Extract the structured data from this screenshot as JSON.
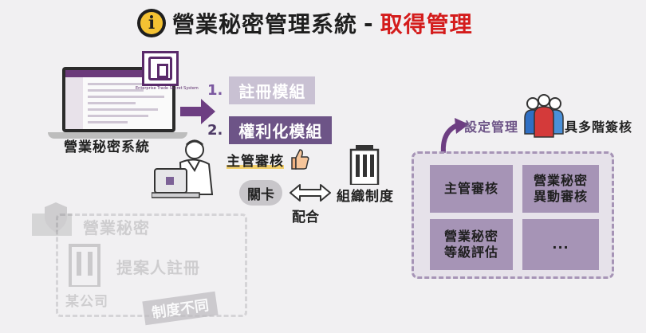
{
  "title": {
    "info_glyph": "i",
    "main": "營業秘密管理系統",
    "dash": "-",
    "sub": "取得管理"
  },
  "left": {
    "laptop_caption": "營業秘密系統",
    "logo_caption": "Enterprise Trade Secret System",
    "modules": [
      {
        "num": "1.",
        "label": "註冊模組"
      },
      {
        "num": "2.",
        "label": "權利化模組"
      }
    ],
    "approve_label": "主管審核",
    "gate_label": "關卡",
    "cooperate_label": "配合",
    "org_label": "組織制度"
  },
  "right": {
    "setting_label": "設定管理",
    "authority_label": "具多階簽核",
    "cells": [
      {
        "line1": "主管審核",
        "line2": ""
      },
      {
        "line1": "營業秘密",
        "line2": "異動審核"
      },
      {
        "line1": "營業秘密",
        "line2": "等級評估"
      },
      {
        "line1": "...",
        "line2": ""
      }
    ]
  },
  "faded": {
    "secret_label": "營業秘密",
    "register_label": "提案人註冊",
    "company_label": "某公司",
    "badge_label": "制度不同"
  },
  "colors": {
    "purple_dark": "#6d5487",
    "purple_light": "#c9c1d3",
    "cell_bg": "#a694b6",
    "title_red": "#d41c1c",
    "accent_yellow": "#f4c233"
  }
}
